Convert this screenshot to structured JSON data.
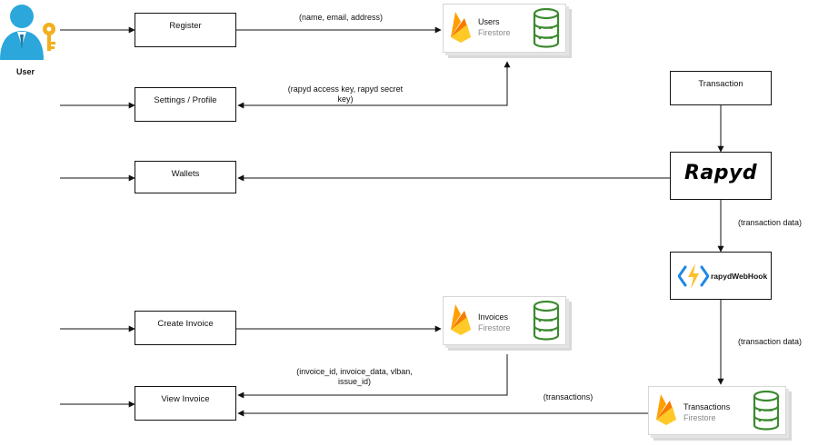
{
  "user": {
    "label": "User"
  },
  "boxes": {
    "register": "Register",
    "settings": "Settings / Profile",
    "wallets": "Wallets",
    "create_invoice": "Create Invoice",
    "view_invoice": "View Invoice",
    "transaction": "Transaction",
    "rapyd": "Rapyd",
    "webhook": "rapydWebHook"
  },
  "stores": {
    "users": {
      "title": "Users",
      "subtitle": "Firestore"
    },
    "invoices": {
      "title": "Invoices",
      "subtitle": "Firestore"
    },
    "transactions": {
      "title": "Transactions",
      "subtitle": "Firestore"
    }
  },
  "edge_labels": {
    "register_users": "(name, email, address)",
    "users_settings_line1": "(rapyd access key, rapyd secret",
    "users_settings_line2": "key)",
    "rapyd_webhook": "(transaction data)",
    "webhook_transactions": "(transaction data)",
    "invoices_view_line1": "(invoice_id, invoice_data, vlban,",
    "invoices_view_line2": "issue_id)",
    "transactions_view": "(transactions)"
  },
  "colors": {
    "firebase_orange": "#F57C00",
    "firebase_yellow": "#FFCA28",
    "firebase_amber": "#FFA000",
    "db_green": "#3b8a2e",
    "webhook_blue": "#1e88e5",
    "webhook_yellow": "#fbc02d"
  },
  "icons": {
    "user": "user-key-icon",
    "firebase": "firebase-flame-icon",
    "database": "database-icon",
    "webhook": "function-bolt-icon"
  }
}
